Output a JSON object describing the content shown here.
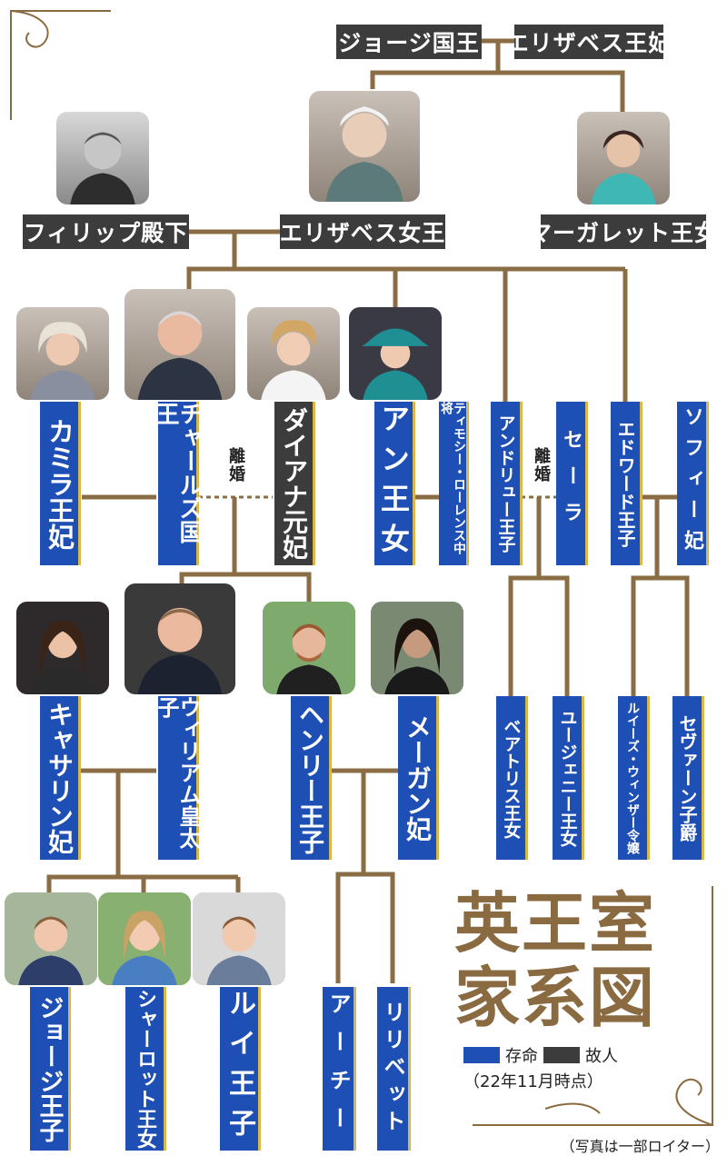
{
  "title_line1": "英王室",
  "title_line2": "家系図",
  "legend": {
    "living": "存命",
    "deceased": "故人"
  },
  "as_of": "（22年11月時点）",
  "credit": "（写真は一部ロイター）",
  "divorce_label": "離婚",
  "colors": {
    "living": "#1e4fb4",
    "deceased": "#3c3c3c",
    "line": "#8b6d45",
    "gold": "#d8b84a"
  },
  "people": {
    "george6": "ジョージ国王",
    "elizabeth_consort": "エリザベス王妃",
    "philip": "フィリップ殿下",
    "elizabeth2": "エリザベス女王",
    "margaret": "マーガレット王女",
    "camilla": "カミラ王妃",
    "charles": "チャールズ国王",
    "diana": "ダイアナ元妃",
    "anne": "アン王女",
    "timothy": "ティモシー・ローレンス中将",
    "andrew": "アンドリュー王子",
    "sarah": "セーラ",
    "edward": "エドワード王子",
    "sophie": "ソフィー妃",
    "catherine": "キャサリン妃",
    "william": "ウィリアム皇太子",
    "henry": "ヘンリー王子",
    "meghan": "メーガン妃",
    "beatrice": "ベアトリス王女",
    "eugenie": "ユージェニー王女",
    "louise": "ルイーズ・ウィンザー令嬢",
    "severn": "セヴァーン子爵",
    "george": "ジョージ王子",
    "charlotte": "シャーロット王女",
    "louis": "ルイ王子",
    "archie": "アーチー",
    "lilibet": "リリベット"
  }
}
